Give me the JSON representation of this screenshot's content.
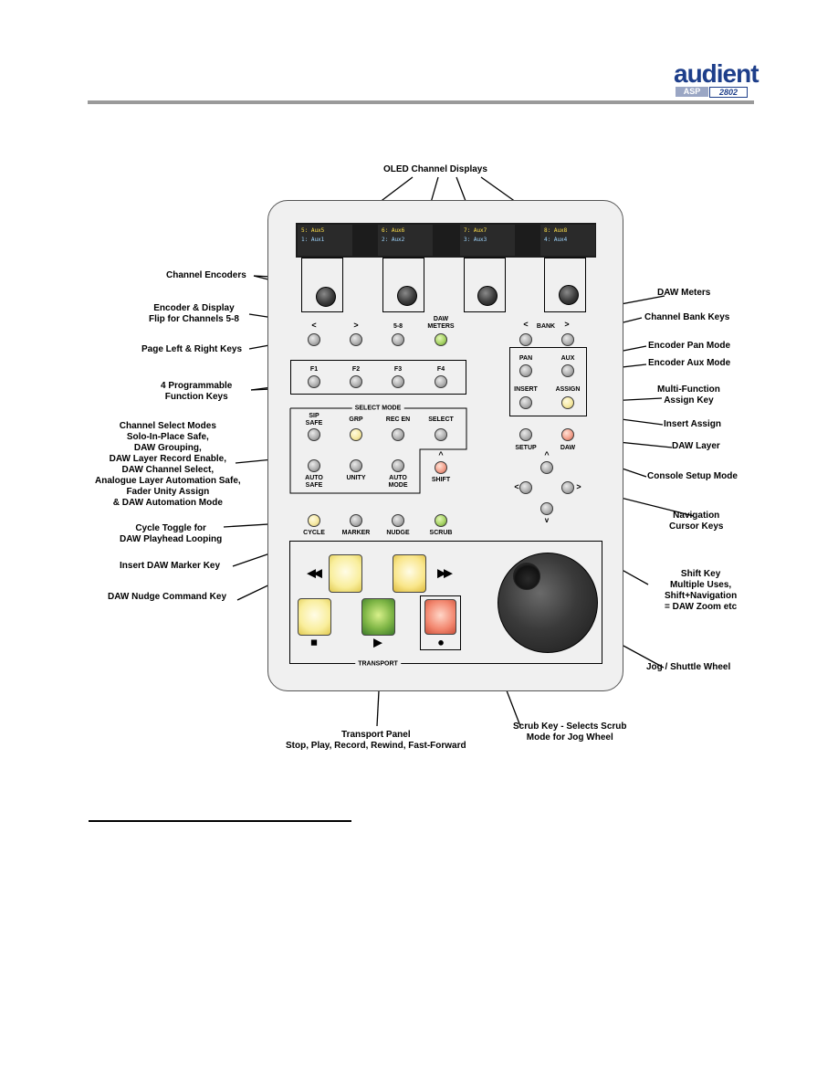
{
  "logo": {
    "brand": "audient",
    "model_prefix": "ASP",
    "model_number": "2802"
  },
  "colors": {
    "panel": "#f0f0f0",
    "rule": "#9a9a9a",
    "logo_blue": "#1d3e8a"
  },
  "annotations": {
    "oled": "OLED Channel Displays",
    "encoders": "Channel Encoders",
    "flip": [
      "Encoder & Display",
      "Flip for Channels  5-8"
    ],
    "daw_meters": "DAW Meters",
    "bank": "Channel Bank Keys",
    "page": "Page Left & Right Keys",
    "pan": "Encoder Pan Mode",
    "aux": "Encoder Aux Mode",
    "fkeys": [
      "4 Programmable",
      "Function Keys"
    ],
    "multi": [
      "Multi-Function",
      "Assign Key"
    ],
    "insert_assign": "Insert Assign",
    "select_modes": [
      "Channel Select Modes",
      "Solo-In-Place Safe,",
      "DAW Grouping,",
      "DAW Layer Record Enable,",
      "DAW Channel Select,",
      "Analogue Layer Automation Safe,",
      "Fader Unity Assign",
      "& DAW Automation Mode"
    ],
    "daw_layer": "DAW Layer",
    "setup_mode": "Console Setup Mode",
    "nav": [
      "Navigation",
      "Cursor Keys"
    ],
    "cycle": [
      "Cycle Toggle for",
      "DAW Playhead Looping"
    ],
    "marker": "Insert DAW Marker Key",
    "nudge": "DAW Nudge Command Key",
    "shift": [
      "Shift Key",
      "Multiple Uses,",
      "Shift+Navigation",
      "= DAW Zoom etc"
    ],
    "jog": "Jog / Shuttle Wheel",
    "transport": [
      "Transport Panel",
      "Stop, Play, Record, Rewind, Fast-Forward"
    ],
    "scrub": [
      "Scrub Key - Selects Scrub",
      "Mode for Jog Wheel"
    ]
  },
  "oled_displays": [
    {
      "line1": "5: Aux5",
      "line2": "1: Aux1"
    },
    {
      "line1": "6: Aux6",
      "line2": "2: Aux2"
    },
    {
      "line1": "7: Aux7",
      "line2": "3: Aux3"
    },
    {
      "line1": "8: Aux8",
      "line2": "4: Aux4"
    }
  ],
  "labels": {
    "page_left": "<",
    "page_right": ">",
    "flip": "5-8",
    "daw_meters": [
      "DAW",
      "METERS"
    ],
    "bank_left": "<",
    "bank": "BANK",
    "bank_right": ">",
    "pan": "PAN",
    "aux": "AUX",
    "insert": "INSERT",
    "assign": "ASSIGN",
    "f1": "F1",
    "f2": "F2",
    "f3": "F3",
    "f4": "F4",
    "select_mode": "SELECT MODE",
    "sip": [
      "SIP",
      "SAFE"
    ],
    "grp": "GRP",
    "rec_en": "REC EN",
    "select": "SELECT",
    "auto_safe": [
      "AUTO",
      "SAFE"
    ],
    "unity": "UNITY",
    "auto_mode": [
      "AUTO",
      "MODE"
    ],
    "shift_caret": "^",
    "shift": "SHIFT",
    "setup": "SETUP",
    "daw": "DAW",
    "nav_up": "^",
    "nav_left": "<",
    "nav_right": ">",
    "nav_down": "v",
    "cycle": "CYCLE",
    "marker": "MARKER",
    "nudge": "NUDGE",
    "scrub": "SCRUB",
    "transport": "TRANSPORT"
  },
  "transport_glyphs": {
    "rewind": "◀◀",
    "ffwd": "▶▶",
    "stop": "■",
    "play": "▶",
    "record": "●"
  }
}
